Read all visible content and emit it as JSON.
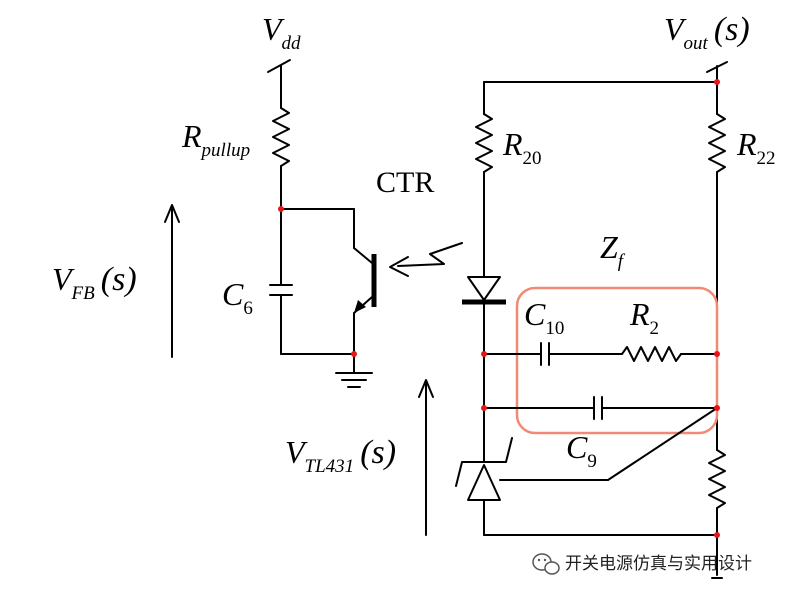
{
  "labels": {
    "vdd_main": "V",
    "vdd_sub": "dd",
    "vout_main": "V",
    "vout_sub": "out",
    "vout_arg": "(s)",
    "rpullup_main": "R",
    "rpullup_sub": "pullup",
    "r20_main": "R",
    "r20_sub": "20",
    "r22_main": "R",
    "r22_sub": "22",
    "ctr": "CTR",
    "zf_main": "Z",
    "zf_sub": "f",
    "vfb_main": "V",
    "vfb_sub": "FB",
    "vfb_arg": "(s)",
    "c6_main": "C",
    "c6_sub": "6",
    "c10_main": "C",
    "c10_sub": "10",
    "r2_main": "R",
    "r2_sub": "2",
    "c9_main": "C",
    "c9_sub": "9",
    "vtl_main": "V",
    "vtl_sub": "TL431",
    "vtl_arg": "(s)"
  },
  "watermark": {
    "text": "开关电源仿真与实用设计",
    "icon": "wechat-icon"
  },
  "colors": {
    "wire": "#000000",
    "node": "#e8141b",
    "zf_box": "#f08a72"
  }
}
